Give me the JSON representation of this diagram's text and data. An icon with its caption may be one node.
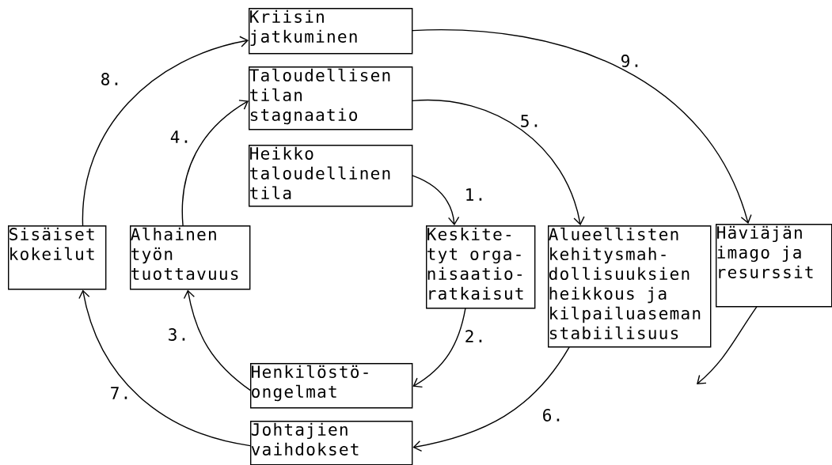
{
  "diagram": {
    "nodes": [
      {
        "text": [
          "Kriisin jatkuminen"
        ]
      },
      {
        "text": [
          "Taloudellisen tilan stagnaatio"
        ]
      },
      {
        "text": [
          "Heikko taloudellinen tila"
        ]
      },
      {
        "text": [
          "Sisäiset kokeilut"
        ]
      },
      {
        "text": [
          "Alhainen työn tuottavuus"
        ]
      },
      {
        "text": [
          "Keskite- tyt orga- nisaatio- ratkaisut"
        ]
      },
      {
        "text": [
          "Alueellisten kehitysmah- dollisuuksien heikkous ja kilpailuaseman stabiilisuus"
        ]
      },
      {
        "text": [
          "Häviäjän imago ja resurssit"
        ]
      },
      {
        "text": [
          "Henkilöstö- ongelmat"
        ]
      },
      {
        "text": [
          "Johtajien vaihdokset"
        ]
      }
    ],
    "edges": [
      {
        "from": 2,
        "to": 5,
        "arrow": "to",
        "label": "1."
      },
      {
        "from": 5,
        "to": 8,
        "arrow": "to",
        "label": "2."
      },
      {
        "from": 8,
        "to": 4,
        "arrow": "to",
        "label": "3."
      },
      {
        "from": 4,
        "to": 1,
        "arrow": "to",
        "label": "4."
      },
      {
        "from": 1,
        "to": 6,
        "arrow": "to",
        "label": "5."
      },
      {
        "from": 6,
        "to": 9,
        "arrow": "to",
        "label": "6."
      },
      {
        "from": 9,
        "to": 3,
        "arrow": "to",
        "label": "7."
      },
      {
        "from": 3,
        "to": 0,
        "arrow": "to",
        "label": "8."
      },
      {
        "from": 0,
        "to": 7,
        "arrow": "to",
        "label": "9."
      },
      {
        "from": 7,
        "to": null,
        "arrow": "to"
      }
    ]
  }
}
